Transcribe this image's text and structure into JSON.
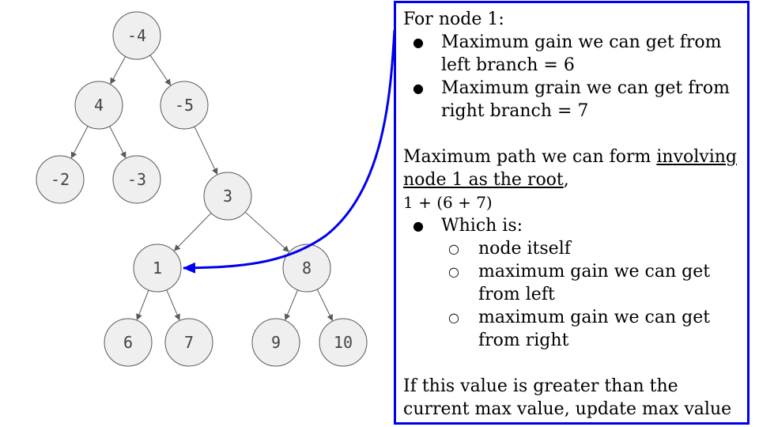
{
  "tree": {
    "nodes": [
      {
        "id": "n_root",
        "label": "-4"
      },
      {
        "id": "n_4",
        "label": "4"
      },
      {
        "id": "n_m5",
        "label": "-5"
      },
      {
        "id": "n_m2",
        "label": "-2"
      },
      {
        "id": "n_m3",
        "label": "-3"
      },
      {
        "id": "n_3",
        "label": "3"
      },
      {
        "id": "n_1",
        "label": "1"
      },
      {
        "id": "n_8",
        "label": "8"
      },
      {
        "id": "n_6",
        "label": "6"
      },
      {
        "id": "n_7",
        "label": "7"
      },
      {
        "id": "n_9",
        "label": "9"
      },
      {
        "id": "n_10",
        "label": "10"
      }
    ],
    "edges": [
      [
        "n_root",
        "n_4"
      ],
      [
        "n_root",
        "n_m5"
      ],
      [
        "n_4",
        "n_m2"
      ],
      [
        "n_4",
        "n_m3"
      ],
      [
        "n_m5",
        "n_3"
      ],
      [
        "n_3",
        "n_1"
      ],
      [
        "n_3",
        "n_8"
      ],
      [
        "n_1",
        "n_6"
      ],
      [
        "n_1",
        "n_7"
      ],
      [
        "n_8",
        "n_9"
      ],
      [
        "n_8",
        "n_10"
      ]
    ],
    "highlight_arrow": {
      "target": "n_1",
      "color": "#0000ee"
    }
  },
  "panel": {
    "heading": "For node 1:",
    "bullets": [
      "Maximum gain we can get from left branch = 6",
      "Maximum grain we can get from right branch = 7"
    ],
    "path_prefix": "Maximum path we can form ",
    "path_underlined": "involving node 1 as the root",
    "path_suffix": ",",
    "formula": "1 + (6 + 7)",
    "which_is": "Which is:",
    "sub_items": [
      "node itself",
      "maximum gain we can get from left",
      "maximum gain we can get from right"
    ],
    "conclusion": "If this value is greater than the current max value, update max value"
  }
}
